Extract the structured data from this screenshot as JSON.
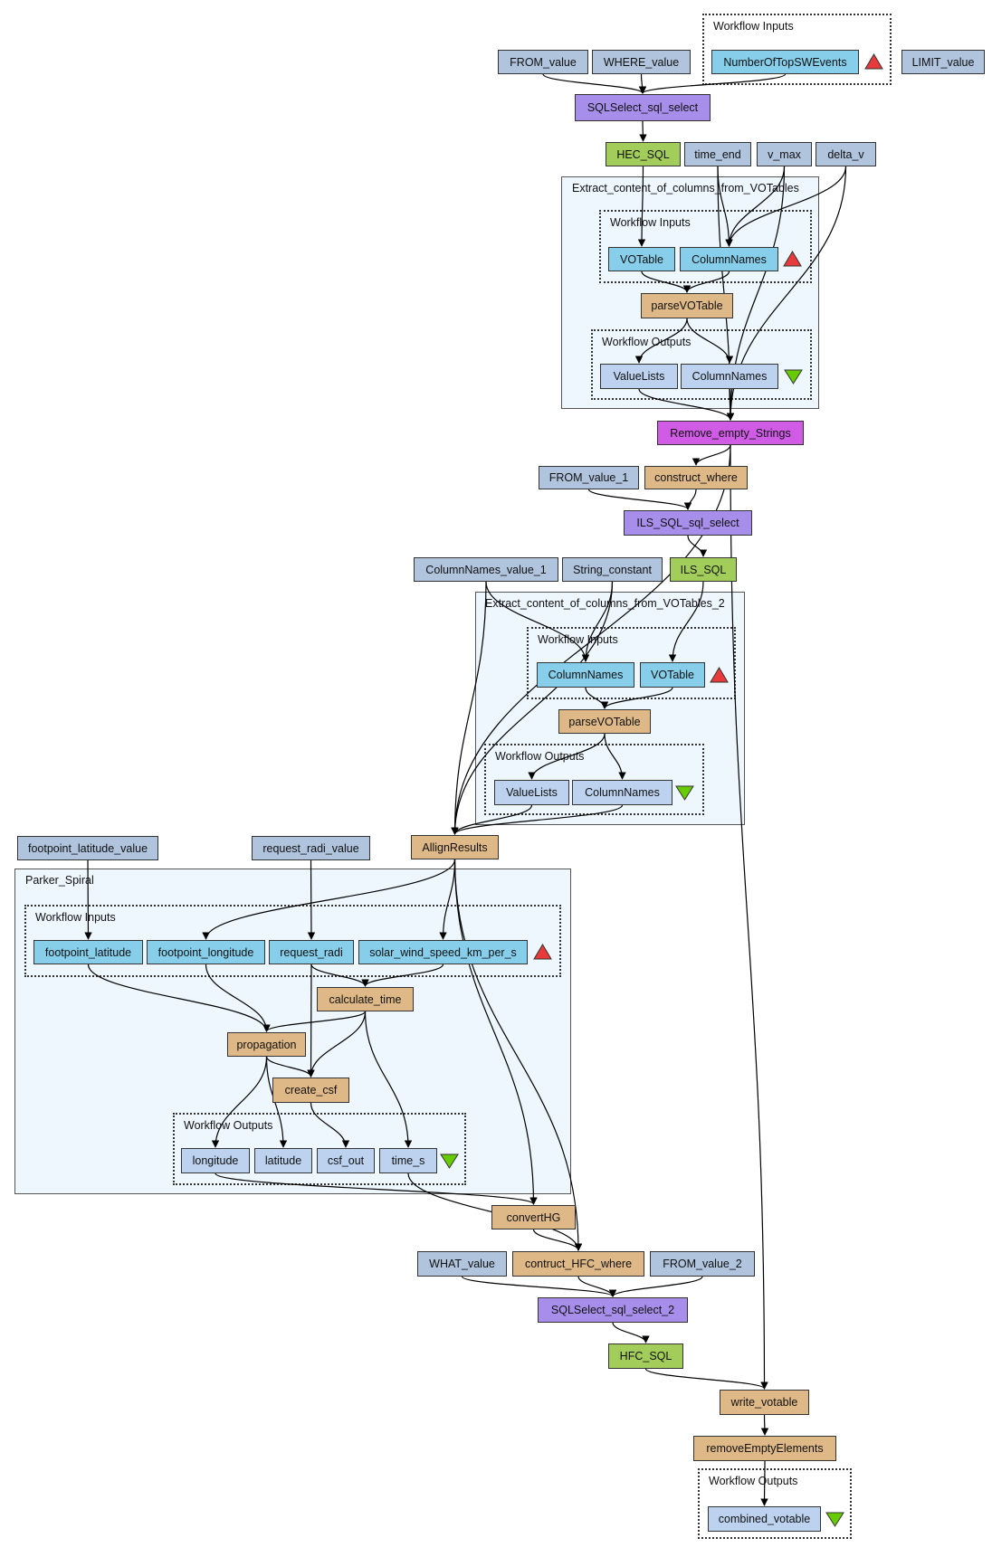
{
  "diagram": {
    "colors": {
      "constant": "#b0c4de",
      "workflow_input": "#87ceeb",
      "workflow_output": "#bcd2ee",
      "processor": "#deb887",
      "sql_select": "#a68eea",
      "sql_result": "#a2cd5a",
      "string_filter": "#d05ce6",
      "input_marker": "#e83a3a",
      "output_marker": "#66cc00",
      "cluster_bg": "#eef6fe"
    },
    "clusters": {
      "top_inputs": "Workflow Inputs",
      "extract1": "Extract_content_of_columns_from_VOTables",
      "extract1_inputs": "Workflow Inputs",
      "extract1_outputs": "Workflow Outputs",
      "extract2": "Extract_content_of_columns_from_VOTables_2",
      "extract2_inputs": "Workflow Inputs",
      "extract2_outputs": "Workflow Outputs",
      "parker": "Parker_Spiral",
      "parker_inputs": "Workflow Inputs",
      "parker_outputs": "Workflow Outputs",
      "final_outputs": "Workflow Outputs"
    },
    "nodes": {
      "from_value": "FROM_value",
      "where_value": "WHERE_value",
      "number_of_top_sw_events": "NumberOfTopSWEvents",
      "limit_value": "LIMIT_value",
      "sqlselect_sql_select": "SQLSelect_sql_select",
      "hec_sql": "HEC_SQL",
      "time_end": "time_end",
      "v_max": "v_max",
      "delta_v": "delta_v",
      "e1_votable": "VOTable",
      "e1_columnnames_in": "ColumnNames",
      "e1_parsevotable": "parseVOTable",
      "e1_valuelists": "ValueLists",
      "e1_columnnames_out": "ColumnNames",
      "remove_empty_strings": "Remove_empty_Strings",
      "from_value_1": "FROM_value_1",
      "construct_where": "construct_where",
      "ils_sql_sql_select": "ILS_SQL_sql_select",
      "columnnames_value_1": "ColumnNames_value_1",
      "string_constant": "String_constant",
      "ils_sql": "ILS_SQL",
      "e2_columnnames_in": "ColumnNames",
      "e2_votable": "VOTable",
      "e2_parsevotable": "parseVOTable",
      "e2_valuelists": "ValueLists",
      "e2_columnnames_out": "ColumnNames",
      "allign_results": "AllignResults",
      "footpoint_latitude_value": "footpoint_latitude_value",
      "request_radi_value": "request_radi_value",
      "footpoint_latitude": "footpoint_latitude",
      "footpoint_longitude": "footpoint_longitude",
      "request_radi": "request_radi",
      "solar_wind_speed_km_per_s": "solar_wind_speed_km_per_s",
      "calculate_time": "calculate_time",
      "propagation": "propagation",
      "create_csf": "create_csf",
      "longitude": "longitude",
      "latitude": "latitude",
      "csf_out": "csf_out",
      "time_s": "time_s",
      "convert_hg": "convertHG",
      "what_value": "WHAT_value",
      "contruct_hfc_where": "contruct_HFC_where",
      "from_value_2": "FROM_value_2",
      "sqlselect_sql_select_2": "SQLSelect_sql_select_2",
      "hfc_sql": "HFC_SQL",
      "write_votable": "write_votable",
      "remove_empty_elements": "removeEmptyElements",
      "combined_votable": "combined_votable"
    },
    "edges": [
      [
        "from_value",
        "sqlselect_sql_select"
      ],
      [
        "where_value",
        "sqlselect_sql_select"
      ],
      [
        "number_of_top_sw_events",
        "sqlselect_sql_select"
      ],
      [
        "sqlselect_sql_select",
        "hec_sql"
      ],
      [
        "hec_sql",
        "e1_votable"
      ],
      [
        "time_end",
        "e1_columnnames_in"
      ],
      [
        "v_max",
        "e1_columnnames_in"
      ],
      [
        "delta_v",
        "e1_columnnames_in"
      ],
      [
        "e1_votable",
        "e1_parsevotable"
      ],
      [
        "e1_columnnames_in",
        "e1_parsevotable"
      ],
      [
        "e1_parsevotable",
        "e1_valuelists"
      ],
      [
        "e1_parsevotable",
        "e1_columnnames_out"
      ],
      [
        "e1_valuelists",
        "remove_empty_strings"
      ],
      [
        "e1_columnnames_out",
        "remove_empty_strings"
      ],
      [
        "time_end",
        "remove_empty_strings"
      ],
      [
        "v_max",
        "remove_empty_strings"
      ],
      [
        "delta_v",
        "remove_empty_strings"
      ],
      [
        "remove_empty_strings",
        "construct_where"
      ],
      [
        "remove_empty_strings",
        "allign_results"
      ],
      [
        "remove_empty_strings",
        "write_votable"
      ],
      [
        "from_value_1",
        "ils_sql_sql_select"
      ],
      [
        "construct_where",
        "ils_sql_sql_select"
      ],
      [
        "ils_sql_sql_select",
        "ils_sql"
      ],
      [
        "ils_sql",
        "e2_votable"
      ],
      [
        "columnnames_value_1",
        "e2_columnnames_in"
      ],
      [
        "string_constant",
        "e2_columnnames_in"
      ],
      [
        "columnnames_value_1",
        "allign_results"
      ],
      [
        "string_constant",
        "allign_results"
      ],
      [
        "e2_columnnames_in",
        "e2_parsevotable"
      ],
      [
        "e2_votable",
        "e2_parsevotable"
      ],
      [
        "e2_parsevotable",
        "e2_valuelists"
      ],
      [
        "e2_parsevotable",
        "e2_columnnames_out"
      ],
      [
        "e2_valuelists",
        "allign_results"
      ],
      [
        "e2_columnnames_out",
        "allign_results"
      ],
      [
        "allign_results",
        "footpoint_longitude"
      ],
      [
        "allign_results",
        "solar_wind_speed_km_per_s"
      ],
      [
        "allign_results",
        "convert_hg"
      ],
      [
        "allign_results",
        "contruct_hfc_where"
      ],
      [
        "footpoint_latitude_value",
        "footpoint_latitude"
      ],
      [
        "request_radi_value",
        "request_radi"
      ],
      [
        "footpoint_latitude",
        "propagation"
      ],
      [
        "footpoint_longitude",
        "propagation"
      ],
      [
        "request_radi",
        "calculate_time"
      ],
      [
        "request_radi",
        "create_csf"
      ],
      [
        "solar_wind_speed_km_per_s",
        "calculate_time"
      ],
      [
        "calculate_time",
        "propagation"
      ],
      [
        "calculate_time",
        "create_csf"
      ],
      [
        "calculate_time",
        "time_s"
      ],
      [
        "propagation",
        "create_csf"
      ],
      [
        "propagation",
        "longitude"
      ],
      [
        "propagation",
        "latitude"
      ],
      [
        "create_csf",
        "csf_out"
      ],
      [
        "longitude",
        "convert_hg"
      ],
      [
        "time_s",
        "contruct_hfc_where"
      ],
      [
        "convert_hg",
        "contruct_hfc_where"
      ],
      [
        "what_value",
        "sqlselect_sql_select_2"
      ],
      [
        "contruct_hfc_where",
        "sqlselect_sql_select_2"
      ],
      [
        "from_value_2",
        "sqlselect_sql_select_2"
      ],
      [
        "sqlselect_sql_select_2",
        "hfc_sql"
      ],
      [
        "hfc_sql",
        "write_votable"
      ],
      [
        "write_votable",
        "remove_empty_elements"
      ],
      [
        "remove_empty_elements",
        "combined_votable"
      ]
    ]
  }
}
